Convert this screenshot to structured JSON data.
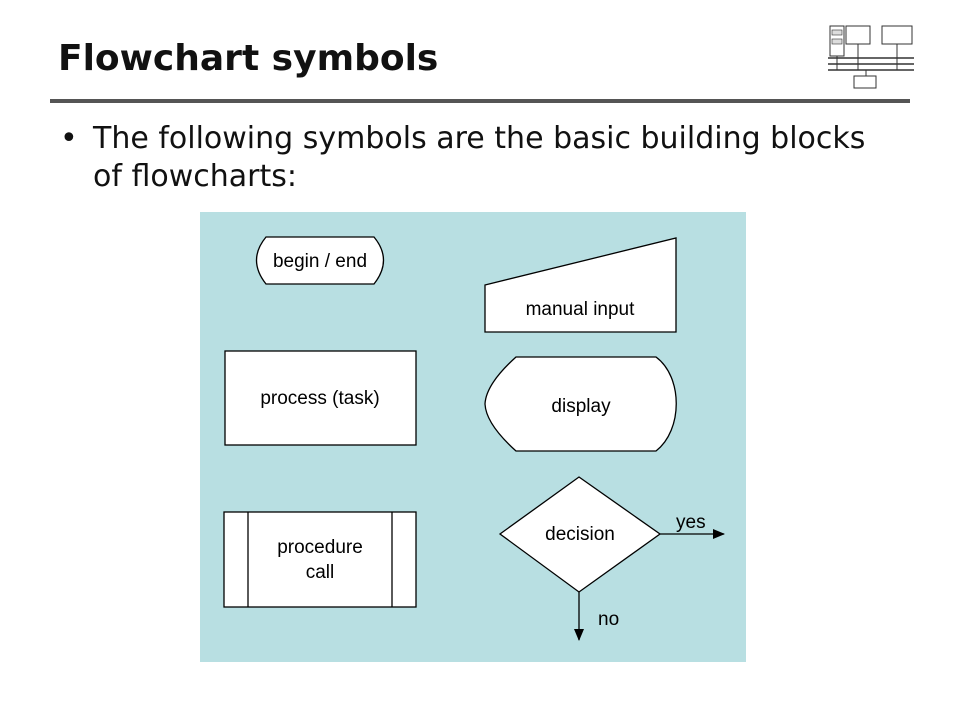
{
  "slide": {
    "title": "Flowchart symbols",
    "bullet": "•",
    "bullet_text": "The following symbols are the basic building blocks of flowcharts:"
  },
  "diagram": {
    "background": "#b8dfe2",
    "symbols": {
      "begin_end": "begin / end",
      "manual_input": "manual input",
      "process": "process (task)",
      "display": "display",
      "procedure_line1": "procedure",
      "procedure_line2": "call",
      "decision": "decision",
      "yes": "yes",
      "no": "no"
    }
  }
}
